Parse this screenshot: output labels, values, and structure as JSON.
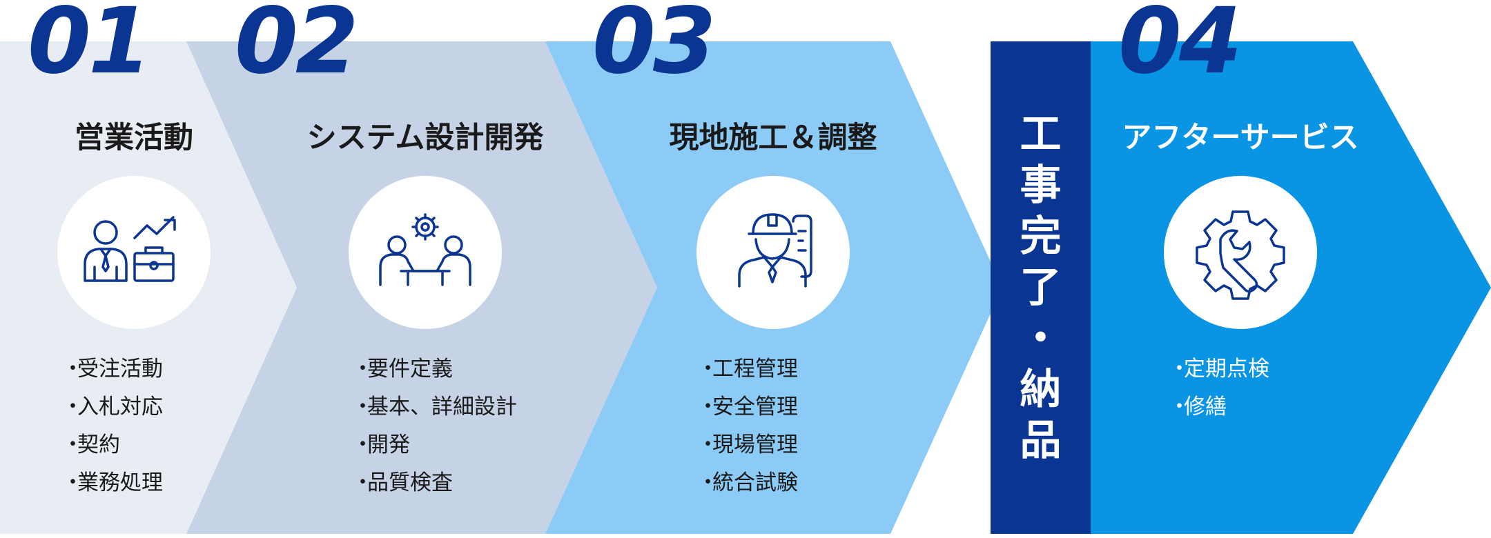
{
  "colors": {
    "accent": "#0a3592",
    "step1_bg": "#e8ecf3",
    "step2_bg": "#c6d2e6",
    "step3_bg": "#8ccbf6",
    "step4_bg": "#0a94e4",
    "completion_bg": "#0a3592",
    "circle": "#ffffff",
    "icon_stroke": "#0a3592"
  },
  "steps": [
    {
      "number": "01",
      "title": "営業活動",
      "icon": "businessman-growth-briefcase-icon",
      "items": [
        "受注活動",
        "入札対応",
        "契約",
        "業務処理"
      ]
    },
    {
      "number": "02",
      "title": "システム設計開発",
      "icon": "meeting-gear-icon",
      "items": [
        "要件定義",
        "基本、詳細設計",
        "開発",
        "品質検査"
      ]
    },
    {
      "number": "03",
      "title": "現地施工＆調整",
      "icon": "engineer-hardhat-blueprint-icon",
      "items": [
        "工程管理",
        "安全管理",
        "現場管理",
        "統合試験"
      ]
    },
    {
      "number": "04",
      "title": "アフターサービス",
      "icon": "gear-wrench-icon",
      "items": [
        "定期点検",
        "修繕"
      ]
    }
  ],
  "completion": {
    "chars": [
      "工",
      "事",
      "完",
      "了",
      "・",
      "納",
      "品"
    ]
  },
  "bullet": "・"
}
